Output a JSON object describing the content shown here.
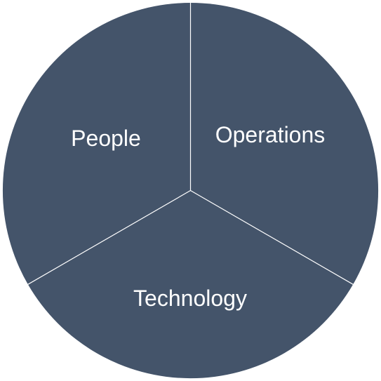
{
  "diagram": {
    "fill_color": "#44546a",
    "divider_color": "#ffffff",
    "segments": [
      {
        "label": "People"
      },
      {
        "label": "Operations"
      },
      {
        "label": "Technology"
      }
    ]
  }
}
